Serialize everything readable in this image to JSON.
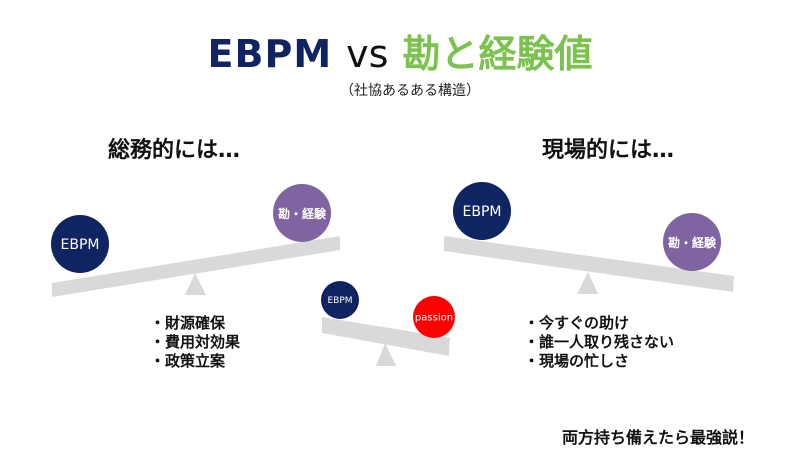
{
  "title": {
    "part1": "EBPM",
    "vs": "vs",
    "part2": "勘と経験値"
  },
  "subtitle": "（社協あるある構造）",
  "left_panel": {
    "heading": "総務的には…",
    "heavy_side": "EBPM",
    "light_side": "勘・経験",
    "items": [
      "・財源確保",
      "・費用対効果",
      "・政策立案"
    ]
  },
  "right_panel": {
    "heading": "現場的には…",
    "light_side": "EBPM",
    "heavy_side": "勘・経験",
    "items": [
      "・今すぐの助け",
      "・誰一人取り残さない",
      "・現場の忙しさ"
    ]
  },
  "center_panel": {
    "left_ball": "EBPM",
    "right_ball": "passion"
  },
  "conclusion": "両方持ち備えたら最強説！",
  "colors": {
    "ebpm_navy": "#0f2461",
    "kan_green": "#7cc24f",
    "experience_purple": "#8064a2",
    "passion_red": "#ff0000",
    "beam_gray": "#d9d9d9"
  }
}
